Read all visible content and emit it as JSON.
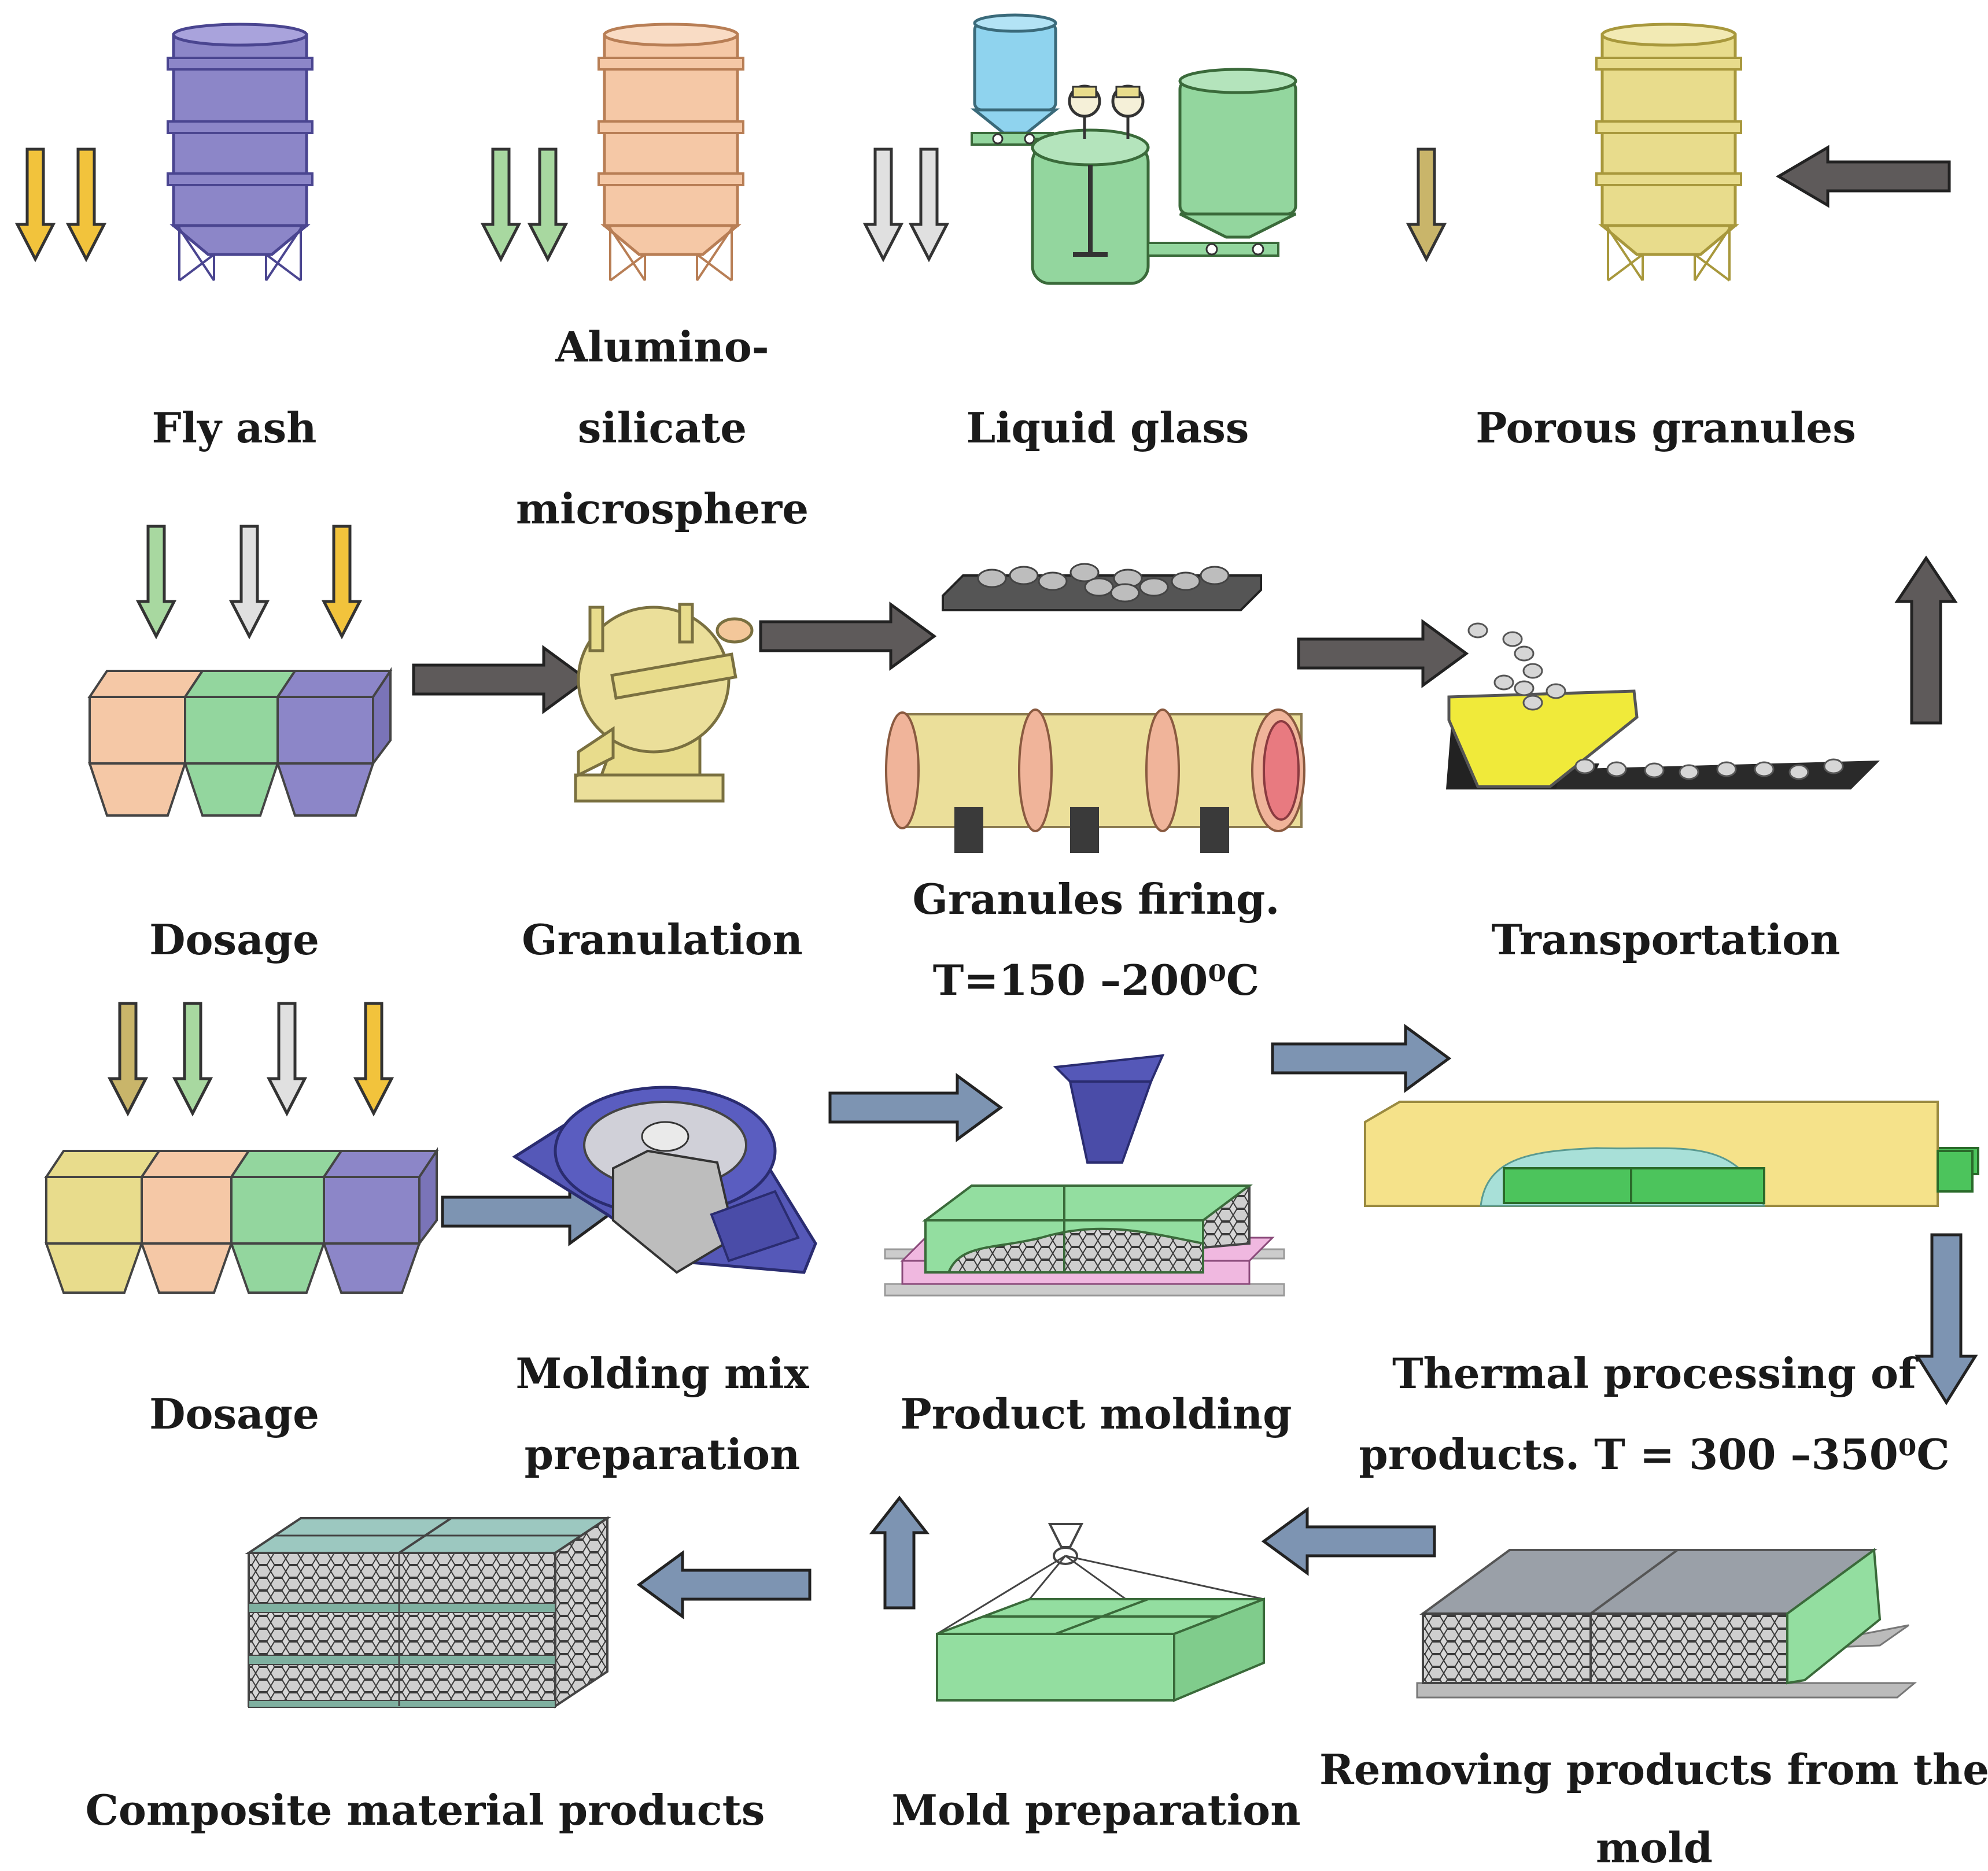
{
  "labels": {
    "fly_ash": "Fly ash",
    "alumino_1": "Alumino-",
    "alumino_2": "silicate",
    "alumino_3": "microsphere",
    "liquid_glass": "Liquid glass",
    "porous_granules": "Porous granules",
    "dosage_1": "Dosage",
    "granulation": "Granulation",
    "firing_1": "Granules firing.",
    "firing_2": "T=150 –200⁰C",
    "transportation": "Transportation",
    "dosage_2": "Dosage",
    "molding_mix_1": "Molding mix",
    "molding_mix_2": "preparation",
    "product_molding": "Product molding",
    "thermal_1": "Thermal processing of",
    "thermal_2": "products. T = 300 –350⁰C",
    "composite": "Composite material products",
    "mold_prep": "Mold preparation",
    "removing_1": "Removing products from the",
    "removing_2": "mold"
  },
  "colors": {
    "fly_ash": "#8c86c8",
    "microsphere": "#f5c8a6",
    "liquid_glass": "#93d69e",
    "porous_granules": "#e8dc8c",
    "arrow_yellow": "#f2c33c",
    "arrow_green": "#a8d8a0",
    "arrow_grey": "#d9d9d9",
    "arrow_olive": "#c9b56a",
    "flow_dark": "#5e5a5a",
    "flow_blue": "#7d94b2",
    "mold_green": "#93dea0",
    "granule": "#bdbdbd"
  }
}
